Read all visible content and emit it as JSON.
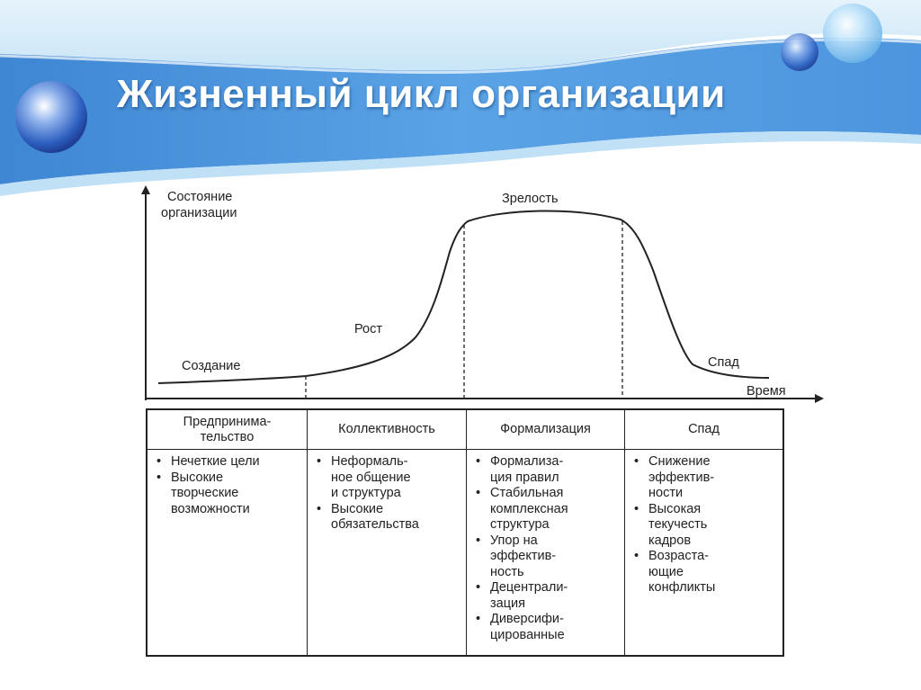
{
  "slide": {
    "title": "Жизненный цикл организации"
  },
  "chart": {
    "y_axis_label": [
      "Состояние",
      "организации"
    ],
    "x_axis_label": "Время",
    "phase_labels": {
      "creation": "Создание",
      "growth": "Рост",
      "maturity": "Зрелость",
      "decline": "Спад"
    }
  },
  "stages": [
    {
      "header": "Предпринима-\nтельство",
      "items": [
        "Нечеткие цели",
        "Высокие\nтворческие\nвозможности"
      ]
    },
    {
      "header": "Коллективность",
      "items": [
        "Неформаль-\nное общение\nи структура",
        "Высокие\nобязательства"
      ]
    },
    {
      "header": "Формализация",
      "items": [
        "Формализа-\nция правил",
        "Стабильная\nкомплексная\nструктура",
        "Упор на\nэффектив-\nность",
        "Децентрали-\nзация",
        "Диверсифи-\nцированные"
      ]
    },
    {
      "header": "Спад",
      "items": [
        "Снижение\nэффектив-\nности",
        "Высокая\nтекучесть\nкадров",
        "Возраста-\nющие\nконфликты"
      ]
    }
  ],
  "colors": {
    "banner_blue": "#4a90d9",
    "banner_light": "#9fd0f2",
    "line": "#222222"
  },
  "icons": [
    "glass-orb-icon",
    "glass-orb-icon",
    "glass-orb-icon"
  ]
}
